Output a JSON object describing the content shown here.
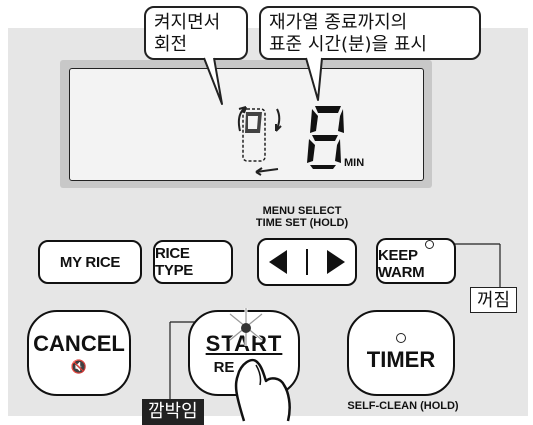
{
  "callouts": {
    "rotate": "켜지면서\n회전",
    "remaining": "재가열 종료까지의\n표준 시간(분)을 표시"
  },
  "display": {
    "digit": "8",
    "unit": "MIN"
  },
  "buttons": {
    "my_rice": "MY RICE",
    "rice_type": "RICE TYPE",
    "menu_select_label": "MENU SELECT\nTIME SET (HOLD)",
    "keep_warm": "KEEP WARM",
    "cancel": "CANCEL",
    "start_line1": "START",
    "start_line2": "RE",
    "timer": "TIMER",
    "self_clean_label": "SELF-CLEAN (HOLD)"
  },
  "annotations": {
    "keep_warm_off": "꺼짐",
    "start_blinking": "깜박임"
  },
  "colors": {
    "panel": "#e6e6e6",
    "lcd_frame": "#c8c8c8",
    "lcd_screen": "#f3f3f3",
    "outline": "#111111"
  },
  "icons": [
    "arrow-left-icon",
    "arrow-right-icon",
    "mute-icon",
    "indicator-led-icon",
    "rotate-arrow-icon",
    "hand-pointer-icon"
  ]
}
